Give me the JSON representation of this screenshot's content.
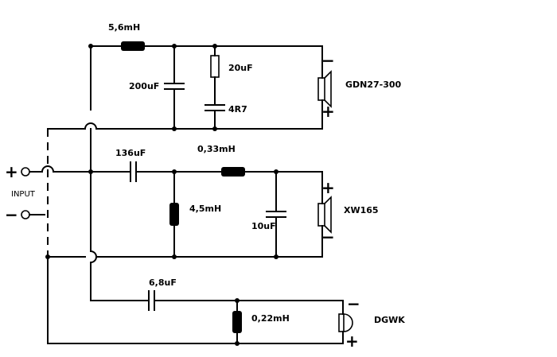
{
  "labels": {
    "l_tw_series": "5,6mH",
    "c_tw_shunt": "200uF",
    "c_tw_notch": "20uF",
    "r_tw_notch": "4R7",
    "tweeter": "GDN27-300",
    "c_mid_series": "136uF",
    "l_mid_series": "0,33mH",
    "l_mid_shunt": "4,5mH",
    "c_mid_shunt": "10uF",
    "midrange": "XW165",
    "input": "INPUT",
    "c_bass_series": "6,8uF",
    "l_bass_shunt": "0,22mH",
    "woofer": "DGWK"
  },
  "signs": {
    "input_plus": "+",
    "input_minus": "−",
    "tweeter_plus": "+",
    "tweeter_minus": "−",
    "mid_plus": "+",
    "mid_minus": "−",
    "woofer_plus": "+",
    "woofer_minus": "−"
  }
}
